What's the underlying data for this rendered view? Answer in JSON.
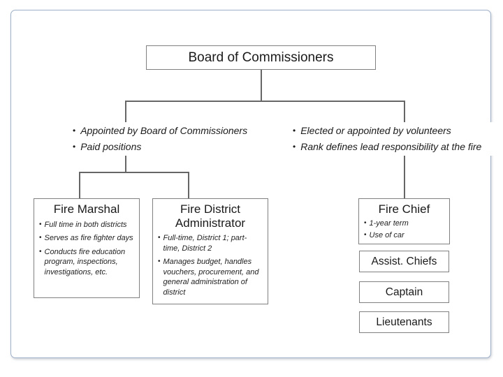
{
  "ui": {
    "bullet_char": "•"
  },
  "org": {
    "root": {
      "title": "Board of Commissioners"
    },
    "left_branch": {
      "notes": [
        "Appointed by Board of Commissioners",
        "Paid positions"
      ],
      "boxes": [
        {
          "title": "Fire Marshal",
          "bullets": [
            "Full time in both districts",
            "Serves as fire fighter days",
            "Conducts fire education program, inspections, investigations, etc."
          ]
        },
        {
          "title": "Fire District Administrator",
          "bullets": [
            "Full-time, District 1; part-time, District 2",
            "Manages budget, handles vouchers, procurement, and general administration of district"
          ]
        }
      ]
    },
    "right_branch": {
      "notes": [
        "Elected or appointed  by volunteers",
        "Rank defines lead responsibility at the fire"
      ],
      "boxes": [
        {
          "title": "Fire Chief",
          "bullets": [
            "1-year term",
            "Use of car"
          ]
        },
        {
          "title": "Assist. Chiefs"
        },
        {
          "title": "Captain"
        },
        {
          "title": "Lieutenants"
        }
      ]
    },
    "colors": {
      "box_border": "#808080",
      "connector": "#666666",
      "slide_border": "#9fb1c8",
      "text": "#1a1a1a"
    }
  }
}
